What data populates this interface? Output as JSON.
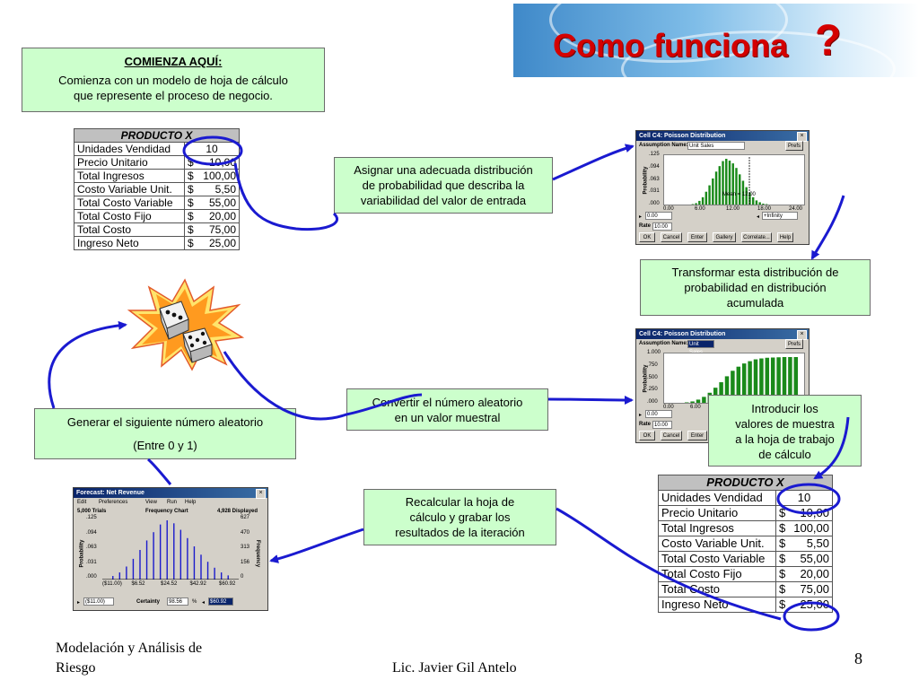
{
  "header": {
    "title": "Como funciona",
    "question_mark": "?"
  },
  "steps": {
    "start_title": "COMIENZA AQUÍ:",
    "start_line1": "Comienza con un modelo de hoja de cálculo",
    "start_line2": "que represente el proceso de negocio.",
    "assign_line1": "Asignar una adecuada distribución",
    "assign_line2": "de probabilidad que describa la",
    "assign_line3": "variabilidad del valor de entrada",
    "transform_line1": "Transformar esta distribución de",
    "transform_line2": "probabilidad en distribución",
    "transform_line3": "acumulada",
    "convert_line1": "Convertir el número aleatorio",
    "convert_line2": "en un valor muestral",
    "introduce_line1": "Introducir los",
    "introduce_line2": "valores de muestra",
    "introduce_line3": "a la hoja de trabajo",
    "introduce_line4": "de cálculo",
    "generate_line1": "Generar el siguiente número aleatorio",
    "generate_line2": "(Entre 0 y 1)",
    "recalc_line1": "Recalcular la hoja de",
    "recalc_line2": "cálculo y grabar los",
    "recalc_line3": "resultados de la iteración"
  },
  "table": {
    "header": "PRODUCTO X",
    "rows": [
      {
        "label": "Unidades Vendidad",
        "currency": "",
        "value": "10"
      },
      {
        "label": "Precio Unitario",
        "currency": "$",
        "value": "10,00"
      },
      {
        "label": "Total Ingresos",
        "currency": "$",
        "value": "100,00"
      },
      {
        "label": "Costo Variable Unit.",
        "currency": "$",
        "value": "5,50"
      },
      {
        "label": "Total Costo Variable",
        "currency": "$",
        "value": "55,00"
      },
      {
        "label": "Total Costo Fijo",
        "currency": "$",
        "value": "20,00"
      },
      {
        "label": "Total Costo",
        "currency": "$",
        "value": "75,00"
      },
      {
        "label": "Ingreso Neto",
        "currency": "$",
        "value": "25,00"
      }
    ]
  },
  "poisson_window": {
    "title": "Cell C4: Poisson Distribution",
    "assumption_label": "Assumption Name:",
    "assumption_value": "Unit Sales",
    "prefs": "Prefs",
    "y_axis": "Probability",
    "y_ticks": [
      ".125",
      ".094",
      ".063",
      ".031",
      ".000"
    ],
    "x_ticks": [
      "0.00",
      "6.00",
      "12.00",
      "18.00",
      "24.00"
    ],
    "mean_label": "Mean = 12.00",
    "left_value": "0.00",
    "right_value": "+Infinity",
    "rate_label": "Rate",
    "rate_value": "10.00",
    "buttons": [
      "OK",
      "Cancel",
      "Enter",
      "Gallery",
      "Correlate...",
      "Help"
    ],
    "bars": [
      0.01,
      0.03,
      0.08,
      0.16,
      0.28,
      0.42,
      0.57,
      0.72,
      0.84,
      0.95,
      1.0,
      0.96,
      0.9,
      0.8,
      0.66,
      0.52,
      0.38,
      0.26,
      0.16,
      0.09,
      0.05,
      0.02,
      0.01
    ]
  },
  "cumulative_window": {
    "title": "Cell C4: Poisson Distribution",
    "assumption_label": "Assumption Name:",
    "assumption_value": "Unit Sales",
    "prefs": "Prefs",
    "y_axis": "Probability",
    "y_ticks": [
      "1.000",
      ".750",
      ".500",
      ".250",
      ".000"
    ],
    "x_ticks": [
      "0.00",
      "6.00"
    ],
    "left_value": "0.00",
    "rate_label": "Rate",
    "rate_value": "10.00",
    "buttons": [
      "OK",
      "Cancel",
      "Enter"
    ],
    "bars": [
      0.01,
      0.03,
      0.07,
      0.13,
      0.22,
      0.33,
      0.45,
      0.58,
      0.7,
      0.79,
      0.86,
      0.91,
      0.95,
      0.97,
      0.985,
      0.99,
      0.995,
      1.0,
      1.0,
      1.0
    ]
  },
  "forecast_window": {
    "title": "Forecast: Net Revenue",
    "menu": [
      "Edit",
      "Preferences",
      "View",
      "Run",
      "Help"
    ],
    "trials": "5,000 Trials",
    "chart_name": "Frequency Chart",
    "displayed": "4,928 Displayed",
    "y_left_label": "Probability",
    "y_right_label": "Frequency",
    "y_left_ticks": [
      ".125",
      ".094",
      ".063",
      ".031",
      ".000"
    ],
    "y_right_ticks": [
      "627",
      "470",
      "313",
      "156",
      "0"
    ],
    "x_ticks": [
      "($11.00)",
      "$6.52",
      "$24.52",
      "$42.92",
      "$60.92"
    ],
    "left_value": "($11.00)",
    "certainty_label": "Certainty",
    "certainty_value": "98.56",
    "pct": "%",
    "right_value": "$60.92",
    "bars": [
      0.06,
      0.12,
      0.22,
      0.35,
      0.5,
      0.66,
      0.8,
      0.93,
      1.0,
      0.95,
      0.84,
      0.7,
      0.56,
      0.42,
      0.3,
      0.2,
      0.12,
      0.07
    ]
  },
  "footer": {
    "course_line1": "Modelación y Análisis de",
    "course_line2": "Riesgo",
    "author": "Lic. Javier Gil Antelo",
    "page": "8"
  },
  "colors": {
    "box_fill": "#ccffcc",
    "arrow": "#1a1ad0",
    "title_red": "#d40000",
    "bar_green": "#1a8a1a",
    "bar_blue": "#1a1acc"
  }
}
